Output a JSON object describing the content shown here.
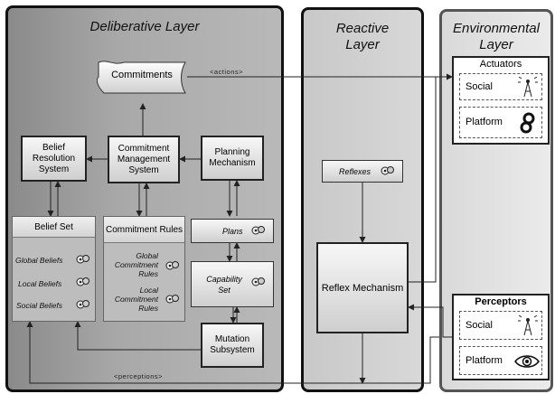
{
  "layers": {
    "deliberative": "Deliberative Layer",
    "reactive": "Reactive Layer",
    "environmental": "Environmental Layer"
  },
  "deliberative": {
    "commitments": "Commitments",
    "actions_label": "<actions>",
    "perceptions_label": "<perceptions>",
    "belief_resolution": "Belief Resolution System",
    "commitment_management": "Commitment Management System",
    "planning_mechanism": "Planning Mechanism",
    "belief_set": {
      "title": "Belief Set",
      "items": [
        "Global Beliefs",
        "Local Beliefs",
        "Social Beliefs"
      ]
    },
    "commitment_rules": {
      "title": "Commitment Rules",
      "items": [
        "Global Commitment Rules",
        "Local Commitment Rules"
      ]
    },
    "plans": "Plans",
    "capability_set": "Capability Set",
    "mutation_subsystem": "Mutation Subsystem"
  },
  "reactive": {
    "reflexes": "Reflexes",
    "reflex_mechanism": "Reflex Mechanism"
  },
  "environmental": {
    "actuators": {
      "title": "Actuators",
      "items": [
        "Social",
        "Platform"
      ]
    },
    "perceptors": {
      "title": "Perceptors",
      "items": [
        "Social",
        "Platform"
      ]
    }
  }
}
